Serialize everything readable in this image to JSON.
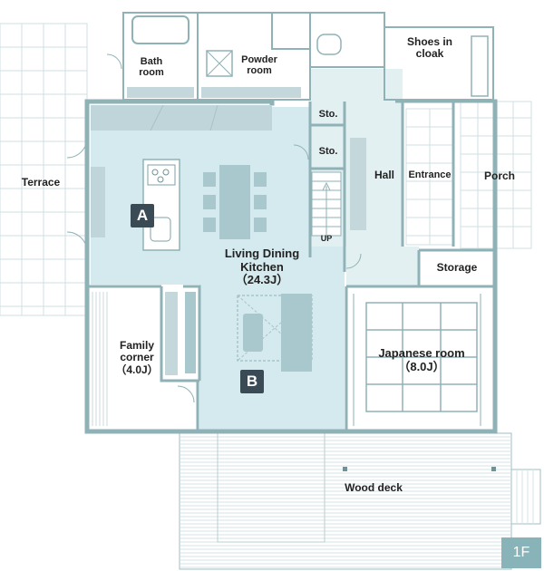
{
  "colors": {
    "wall": "#8fb2b6",
    "ldk_fill": "#d5eaee",
    "hall_fill": "#e3f0f2",
    "counter": "#bfd5d9",
    "table": "#a8c8cd",
    "grid_line": "#cfdfe2",
    "marker_bg": "#3b4b55",
    "badge_bg": "#88b3b8"
  },
  "rooms": {
    "bath": [
      "Bath",
      "room"
    ],
    "powder": [
      "Powder",
      "room"
    ],
    "shoes": [
      "Shoes in",
      "cloak"
    ],
    "sto1": "Sto.",
    "sto2": "Sto.",
    "terrace": "Terrace",
    "hall": "Hall",
    "entrance": "Entrance",
    "porch": "Porch",
    "up": "UP",
    "ldk": [
      "Living Dining",
      "Kitchen",
      "（24.3J）"
    ],
    "storage": "Storage",
    "family": [
      "Family",
      "corner",
      "（4.0J）"
    ],
    "japanese": [
      "Japanese room",
      "（8.0J）"
    ],
    "wood_deck": "Wood deck"
  },
  "markers": {
    "a": "A",
    "b": "B"
  },
  "floor": "1F"
}
